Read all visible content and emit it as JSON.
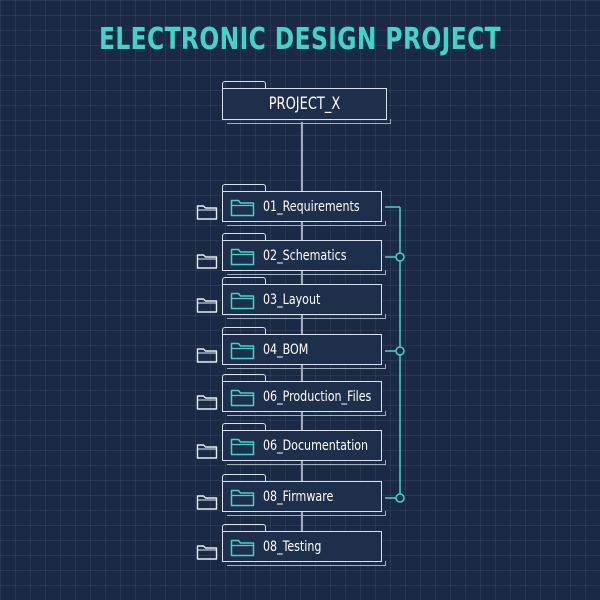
{
  "title": "ELECTRONIC DESIGN PROJECT",
  "root": {
    "label": "PROJECT_X"
  },
  "folders": [
    {
      "label": "01_Requirements"
    },
    {
      "label": "02_Schematics"
    },
    {
      "label": "03_Layout"
    },
    {
      "label": "04_BOM"
    },
    {
      "label": "06_Production_Files"
    },
    {
      "label": "06_Documentation"
    },
    {
      "label": "08_Firmware"
    },
    {
      "label": "08_Testing"
    }
  ],
  "colors": {
    "background": "#1b2a44",
    "accent": "#3fd6c9",
    "outline": "#d9e3ee"
  },
  "icons": {
    "folder": "folder-icon",
    "side": "folder-outline-icon"
  }
}
